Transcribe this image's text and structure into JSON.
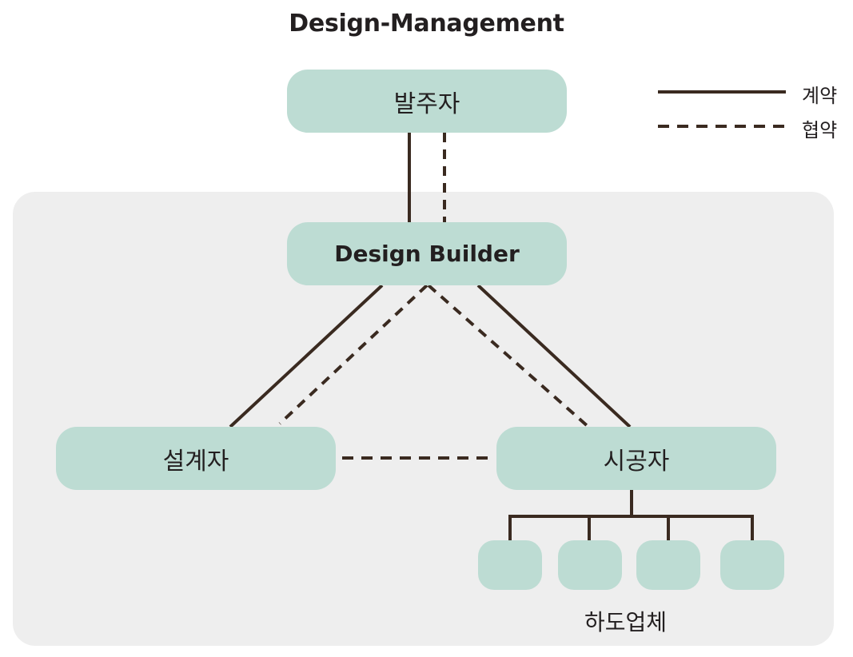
{
  "title": "Design-Management",
  "legend": {
    "contract_label": "계약",
    "cooperation_label": "협약"
  },
  "nodes": {
    "owner": "발주자",
    "design_builder": "Design Builder",
    "designer": "설계자",
    "constructor": "시공자"
  },
  "subcontractors": {
    "label": "하도업체",
    "count": 4
  },
  "colors": {
    "node_fill": "#bddcd3",
    "panel_fill": "#eeeeee",
    "line": "#3a2a20",
    "text": "#231f20"
  }
}
